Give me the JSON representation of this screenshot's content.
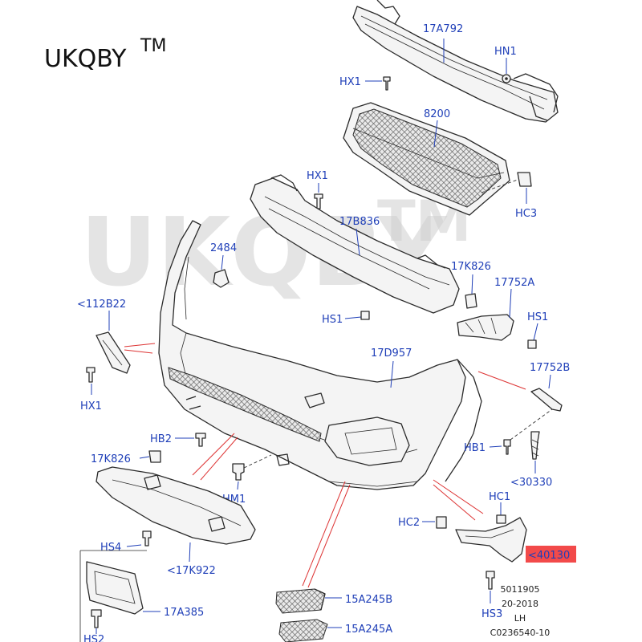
{
  "brand": {
    "name": "UKQBY",
    "tm": "TM"
  },
  "watermark": {
    "name": "UKQBY",
    "tm": "TM"
  },
  "labels": {
    "p17A792": "17A792",
    "hn1": "HN1",
    "hx1_top": "HX1",
    "p8200": "8200",
    "hx1_mid": "HX1",
    "hc3": "HC3",
    "p17B836": "17B836",
    "p2484": "2484",
    "p17K826_r": "17K826",
    "p17752A": "17752A",
    "p112B22": "<112B22",
    "hs1_l": "HS1",
    "hs1_r": "HS1",
    "p17D957": "17D957",
    "p17752B": "17752B",
    "hx1_low": "HX1",
    "hb2": "HB2",
    "hb1": "HB1",
    "p17K826_l": "17K826",
    "p30330": "<30330",
    "hm1": "HM1",
    "hc1": "HC1",
    "hc2": "HC2",
    "p40130": "<40130",
    "hs4": "HS4",
    "p17K922": "<17K922",
    "p17A385": "17A385",
    "p15A245B": "15A245B",
    "p15A245A": "15A245A",
    "hs3": "HS3",
    "hs2": "HS2"
  },
  "reference": {
    "line1": "5011905",
    "line2": "20-2018",
    "line3": "LH",
    "line4": "C0236540-10"
  },
  "colors": {
    "label_blue": "#1f3fb8",
    "highlight": "#f24a4a",
    "leader_red": "#d33333"
  }
}
